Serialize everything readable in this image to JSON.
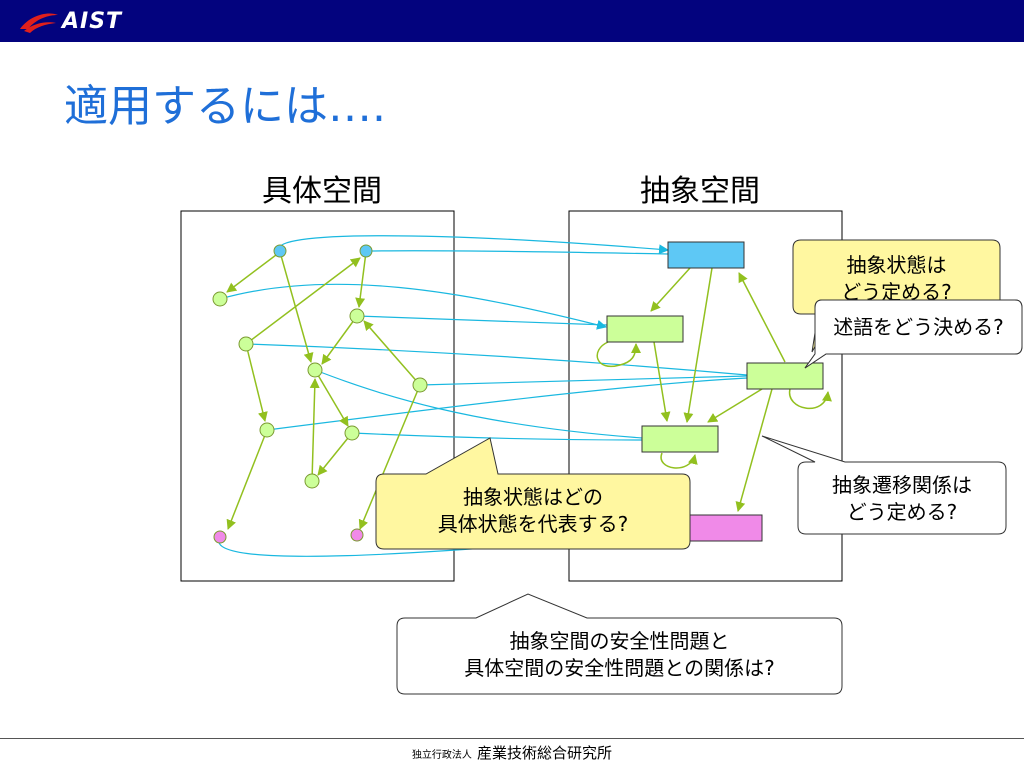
{
  "header": {
    "logo_text": "AIST"
  },
  "slide": {
    "title": "適用するには…."
  },
  "spaces": {
    "concrete_label": "具体空間",
    "abstract_label": "抽象空間"
  },
  "callouts": {
    "abstract_state_line1": "抽象状態は",
    "abstract_state_line2": "どう定める?",
    "predicate": "述語をどう決める?",
    "representative_line1": "抽象状態はどの",
    "representative_line2": "具体状態を代表する?",
    "transition_line1": "抽象遷移関係は",
    "transition_line2": "どう定める?",
    "safety_line1": "抽象空間の安全性問題と",
    "safety_line2": "具体空間の安全性問題との関係は?"
  },
  "footer": {
    "small_text": "独立行政法人",
    "big_text": "産業技術総合研究所"
  },
  "colors": {
    "header_bg": "#03037e",
    "title": "#1f6fd8",
    "green_arrow": "#92c01f",
    "cyan_arrow": "#1ab8e0",
    "state_green": "#ccff99",
    "state_blue": "#5ec8f5",
    "state_pink": "#f08ae8",
    "callout_yellow": "#fff7a0"
  }
}
